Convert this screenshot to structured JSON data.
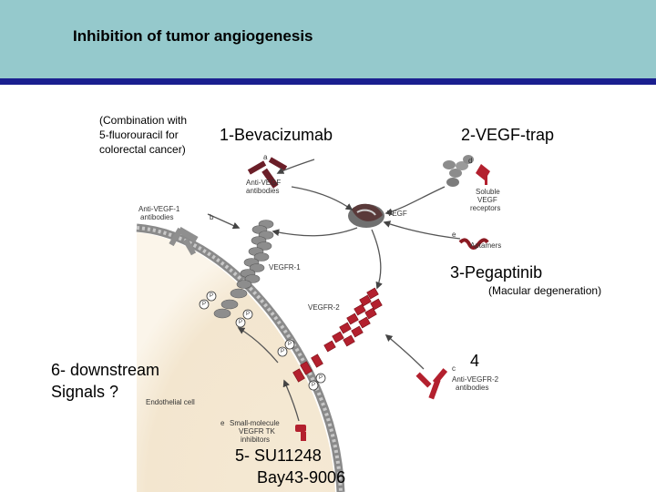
{
  "header": {
    "title": "Inhibition of tumor angiogenesis"
  },
  "captions": {
    "combination_line1": "(Combination with",
    "combination_line2": "5-fluorouracil for",
    "combination_line3": "colorectal cancer)",
    "bevacizumab": "1-Bevacizumab",
    "vegf_trap": "2-VEGF-trap",
    "pegaptinib": "3-Pegaptinib",
    "macular": "(Macular degeneration)",
    "four": "4",
    "downstream_line1": "6- downstream",
    "downstream_line2": "Signals ?",
    "su_line1": "5- SU11248",
    "su_line2": "Bay43-9006"
  },
  "figure_labels": {
    "a": "a",
    "anti_vegf_1": "Anti-VEGF",
    "anti_vegf_2": "antibodies",
    "anti_vegfr1_1": "Anti-VEGF-1",
    "anti_vegfr1_2": "antibodies",
    "b": "b",
    "d": "d",
    "soluble_1": "Soluble",
    "soluble_2": "VEGF",
    "soluble_3": "receptors",
    "vegf": "VEGF",
    "e_aptamers": "e",
    "aptamers": "Aptamers",
    "vegfr1": "VEGFR-1",
    "vegfr2": "VEGFR-2",
    "c": "c",
    "anti_vegfr2_1": "Anti-VEGFR-2",
    "anti_vegfr2_2": "antibodies",
    "endothelial": "Endothelial cell",
    "e_small": "e",
    "small_1": "Small-molecule",
    "small_2": "VEGFR TK",
    "small_3": "inhibitors",
    "p": "P"
  },
  "colors": {
    "header_bg": "#95c9cc",
    "header_bar": "#1a1f8f",
    "cell": "#f3e6cf",
    "receptor_red": "#b3202e",
    "grey_protein": "#8c8c8c",
    "dark_protein": "#5a3a3a"
  }
}
